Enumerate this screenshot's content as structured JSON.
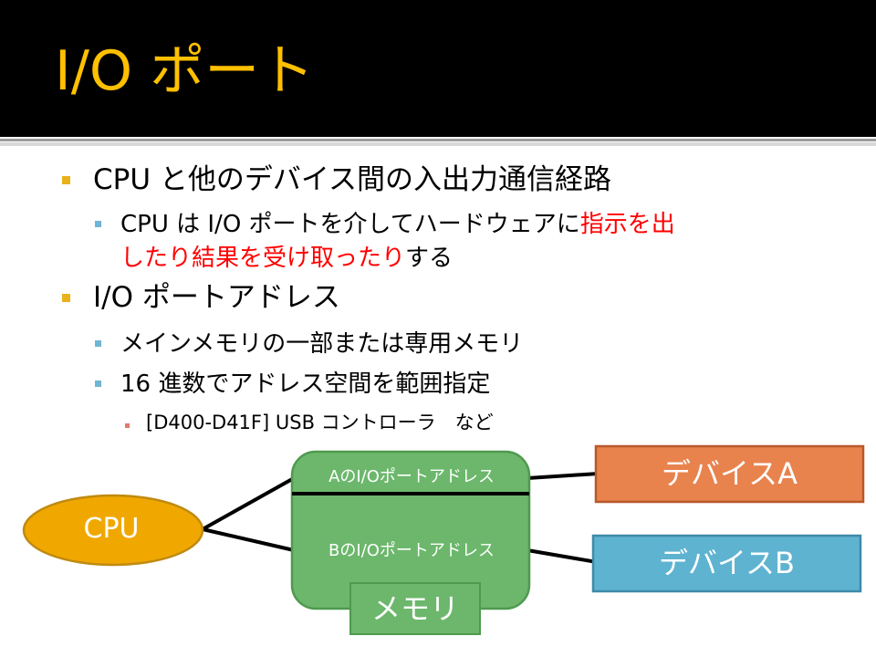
{
  "slide": {
    "title": "I/O ポート",
    "bullets": {
      "b1": "CPU と他のデバイス間の入出力通信経路",
      "b1_1_a": "CPU は I/O ポートを介してハードウェアに",
      "b1_1_b": "指示を出",
      "b1_1_c": "したり結果を受け取ったり",
      "b1_1_d": "する",
      "b2": "I/O ポートアドレス",
      "b2_1": "メインメモリの一部または専用メモリ",
      "b2_2": "16 進数でアドレス空間を範囲指定",
      "b2_2_1": "[D400-D41F] USB コントローラ　など"
    }
  },
  "diagram": {
    "cpu": "CPU",
    "address_a": "AのI/Oポートアドレス",
    "address_b": "BのI/Oポートアドレス",
    "memory": "メモリ",
    "device_a": "デバイスA",
    "device_b": "デバイスB"
  },
  "colors": {
    "title": "#ffc000",
    "emphasis": "#ff0000",
    "cpu_fill": "#f0a800",
    "memory_fill": "#6cb76c",
    "device_a_fill": "#e8834e",
    "device_b_fill": "#5eb3d0"
  }
}
